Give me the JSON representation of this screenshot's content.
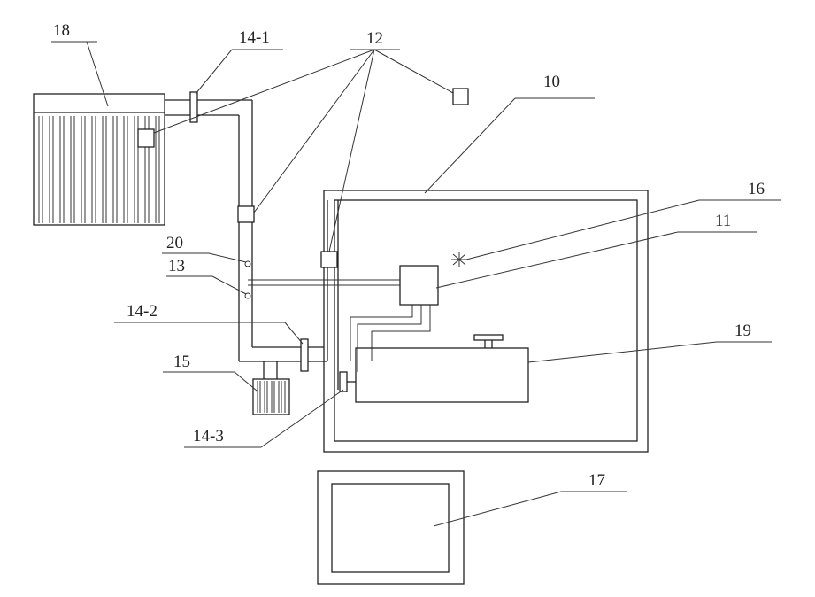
{
  "diagram": {
    "labels": {
      "tank_18": "18",
      "valve_14_1": "14-1",
      "sensors_12": "12",
      "cabinet_10": "10",
      "item_16": "16",
      "unit_11": "11",
      "item_20": "20",
      "item_13": "13",
      "valve_14_2": "14-2",
      "cylinder_19": "19",
      "radiator_15": "15",
      "valve_14_3": "14-3",
      "display_17": "17"
    }
  }
}
